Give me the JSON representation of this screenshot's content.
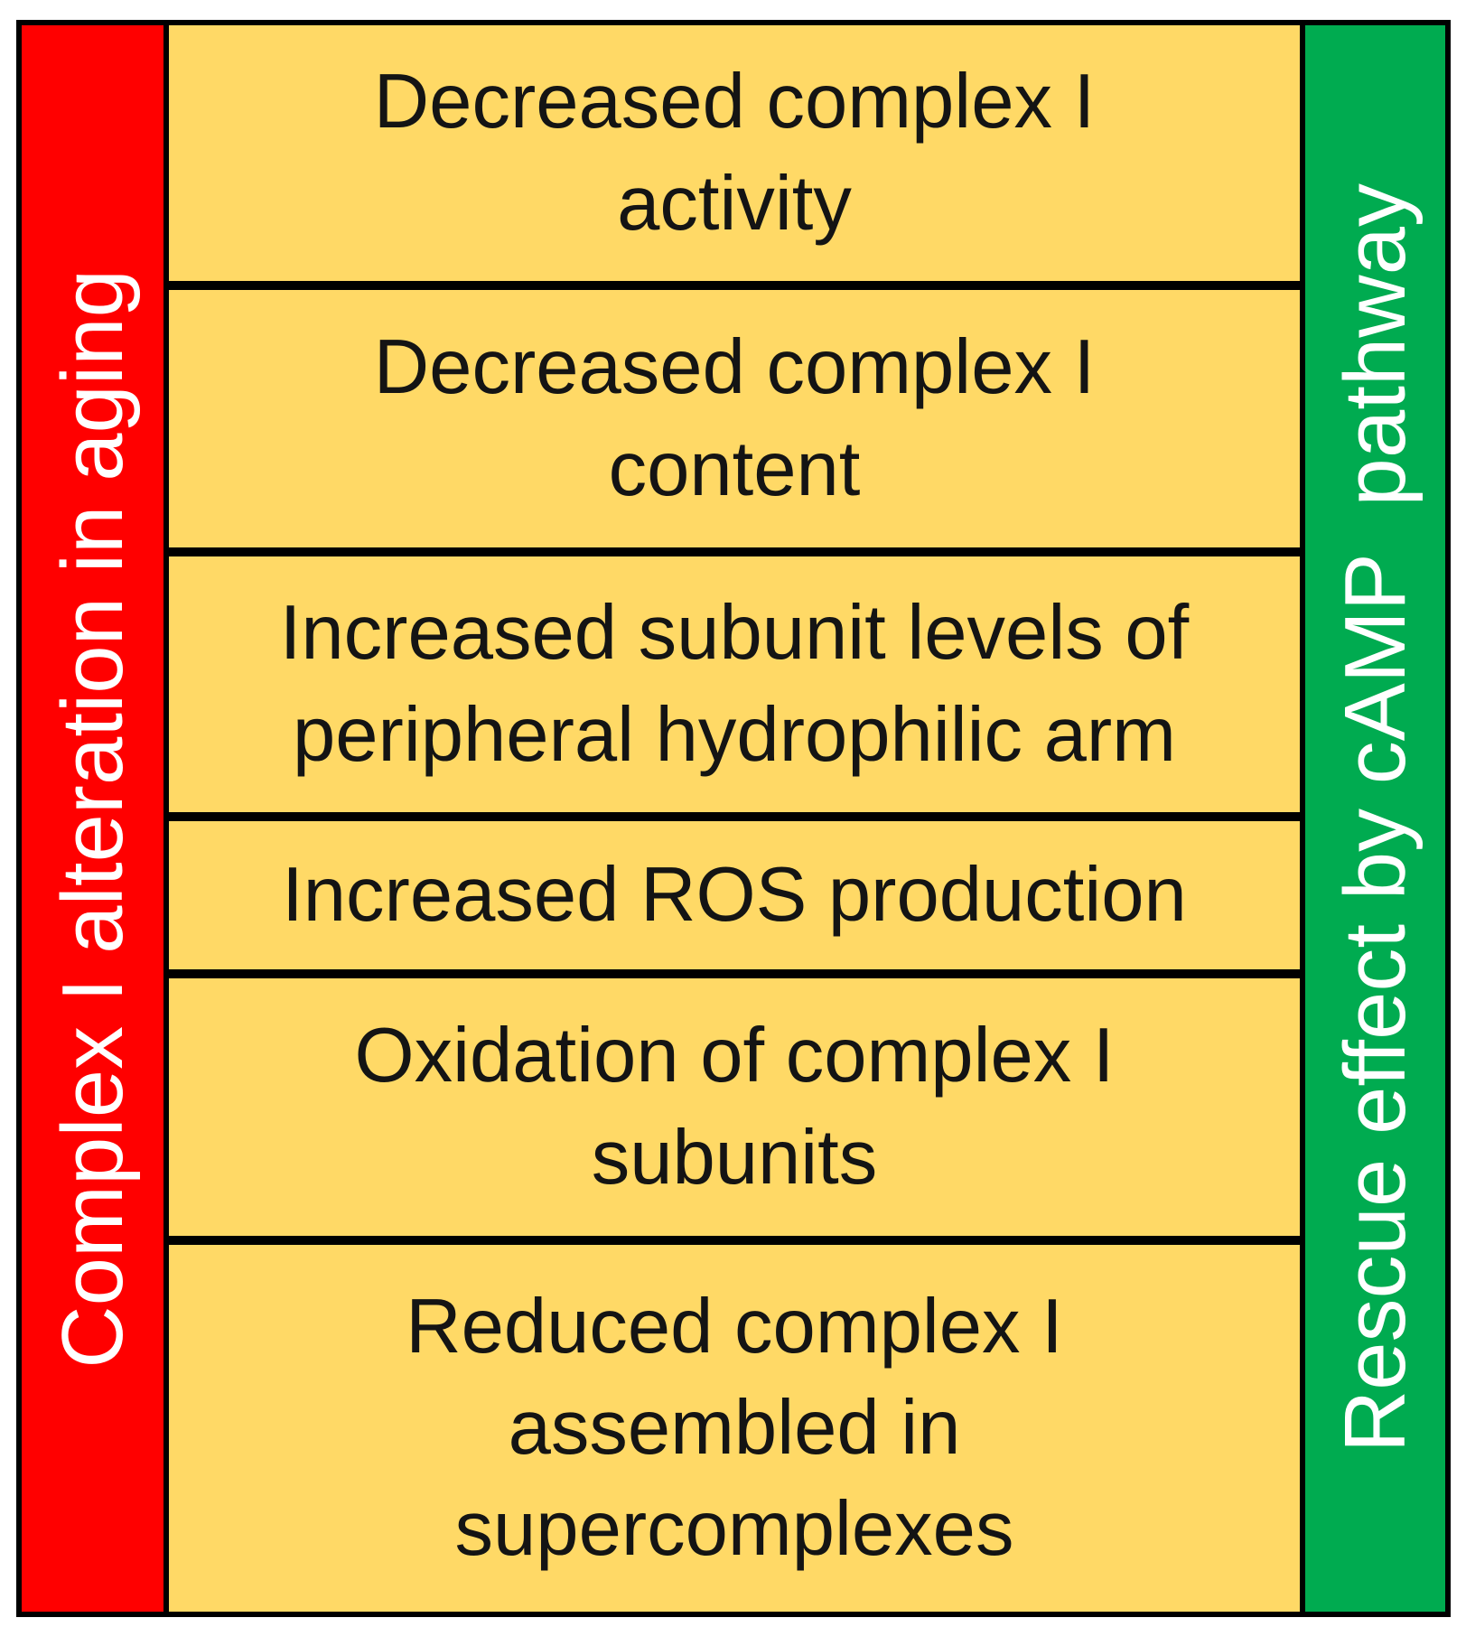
{
  "figure": {
    "border_color": "#000000",
    "left_banner": {
      "label": "Complex I alteration in aging",
      "bg_color": "#FF0000",
      "text_color": "#FFFFFF",
      "text_direction": "bottom-to-top"
    },
    "right_banner": {
      "label": "Rescue effect by cAMP  pathway",
      "bg_color": "#00AB50",
      "text_color": "#FFFFFF",
      "text_direction": "bottom-to-top"
    },
    "cells": [
      {
        "text": "Decreased complex I\nactivity"
      },
      {
        "text": "Decreased complex I\ncontent"
      },
      {
        "text": "Increased subunit levels of\nperipheral hydrophilic arm"
      },
      {
        "text": "Increased ROS production"
      },
      {
        "text": "Oxidation of complex I\nsubunits"
      },
      {
        "text": "Reduced complex I\nassembled in\nsupercomplexes"
      }
    ],
    "cell_bg_color": "#FFD966",
    "cell_text_color": "#141414"
  }
}
